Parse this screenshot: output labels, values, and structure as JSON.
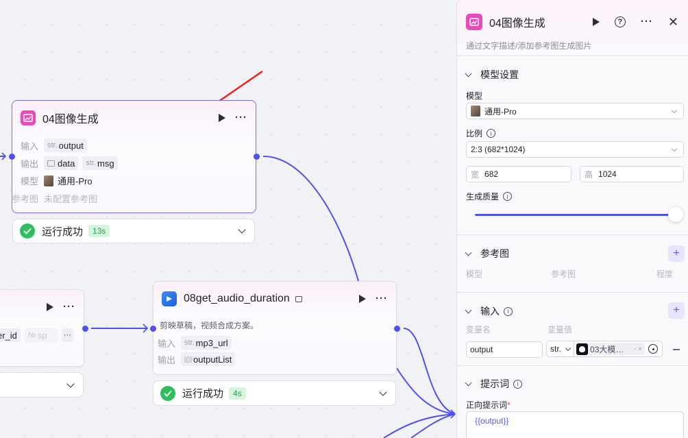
{
  "canvas": {
    "node_04": {
      "title": "04图像生成",
      "input_label": "输入",
      "inputs": [
        {
          "type": "str.",
          "name": "output"
        }
      ],
      "output_label": "输出",
      "outputs": [
        {
          "type": "image",
          "name": "data"
        },
        {
          "type": "str.",
          "name": "msg"
        }
      ],
      "model_label": "模型",
      "model_value": "通用-Pro",
      "ref_label": "参考图",
      "ref_value": "未配置参考图",
      "status": "运行成功",
      "time": "13s"
    },
    "node_left": {
      "chips": [
        {
          "name": "er_id"
        },
        {
          "type": "№",
          "name": "sp"
        }
      ],
      "more": "···"
    },
    "node_08": {
      "title": "08get_audio_duration",
      "description": "剪映草稿，视频合成方案。",
      "input_label": "输入",
      "inputs": [
        {
          "type": "str.",
          "name": "mp3_url"
        }
      ],
      "output_label": "输出",
      "outputs": [
        {
          "type": "[{}]",
          "name": "outputList"
        }
      ],
      "status": "运行成功",
      "time": "4s"
    },
    "colors": {
      "edge": "#4e4ff0",
      "annotation_arrow": "#f02020",
      "success": "#2fbe5d"
    }
  },
  "panel": {
    "title": "04图像生成",
    "description": "通过文字描述/添加参考图生成图片",
    "model_settings": {
      "title": "模型设置",
      "model_label": "模型",
      "model_value": "通用-Pro",
      "ratio_label": "比例",
      "ratio_value": "2:3 (682*1024)",
      "width_prefix": "宽",
      "width_value": "682",
      "height_prefix": "高",
      "height_value": "1024",
      "quality_label": "生成质量"
    },
    "reference": {
      "title": "参考图",
      "columns": [
        "模型",
        "参考图",
        "程度"
      ]
    },
    "input": {
      "title": "输入",
      "col_name": "变量名",
      "col_value": "变量值",
      "var_name": "output",
      "var_type": "str.",
      "var_ref": "03大模…",
      "ref_suffix": "- ×"
    },
    "prompt": {
      "title": "提示词",
      "positive_label": "正向提示词",
      "required_mark": "*",
      "positive_value": "{{output}}"
    }
  }
}
